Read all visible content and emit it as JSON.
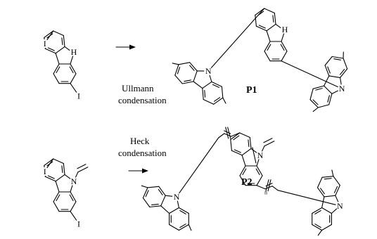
{
  "atoms": {
    "nh": "H",
    "n": "N",
    "iodine": "I"
  },
  "steps": {
    "ullmann": [
      "Ullmann",
      "condensation"
    ],
    "heck": [
      "Heck",
      "condensation"
    ]
  },
  "products": {
    "p1": "P1",
    "p2": "P2"
  },
  "subscript": "n"
}
